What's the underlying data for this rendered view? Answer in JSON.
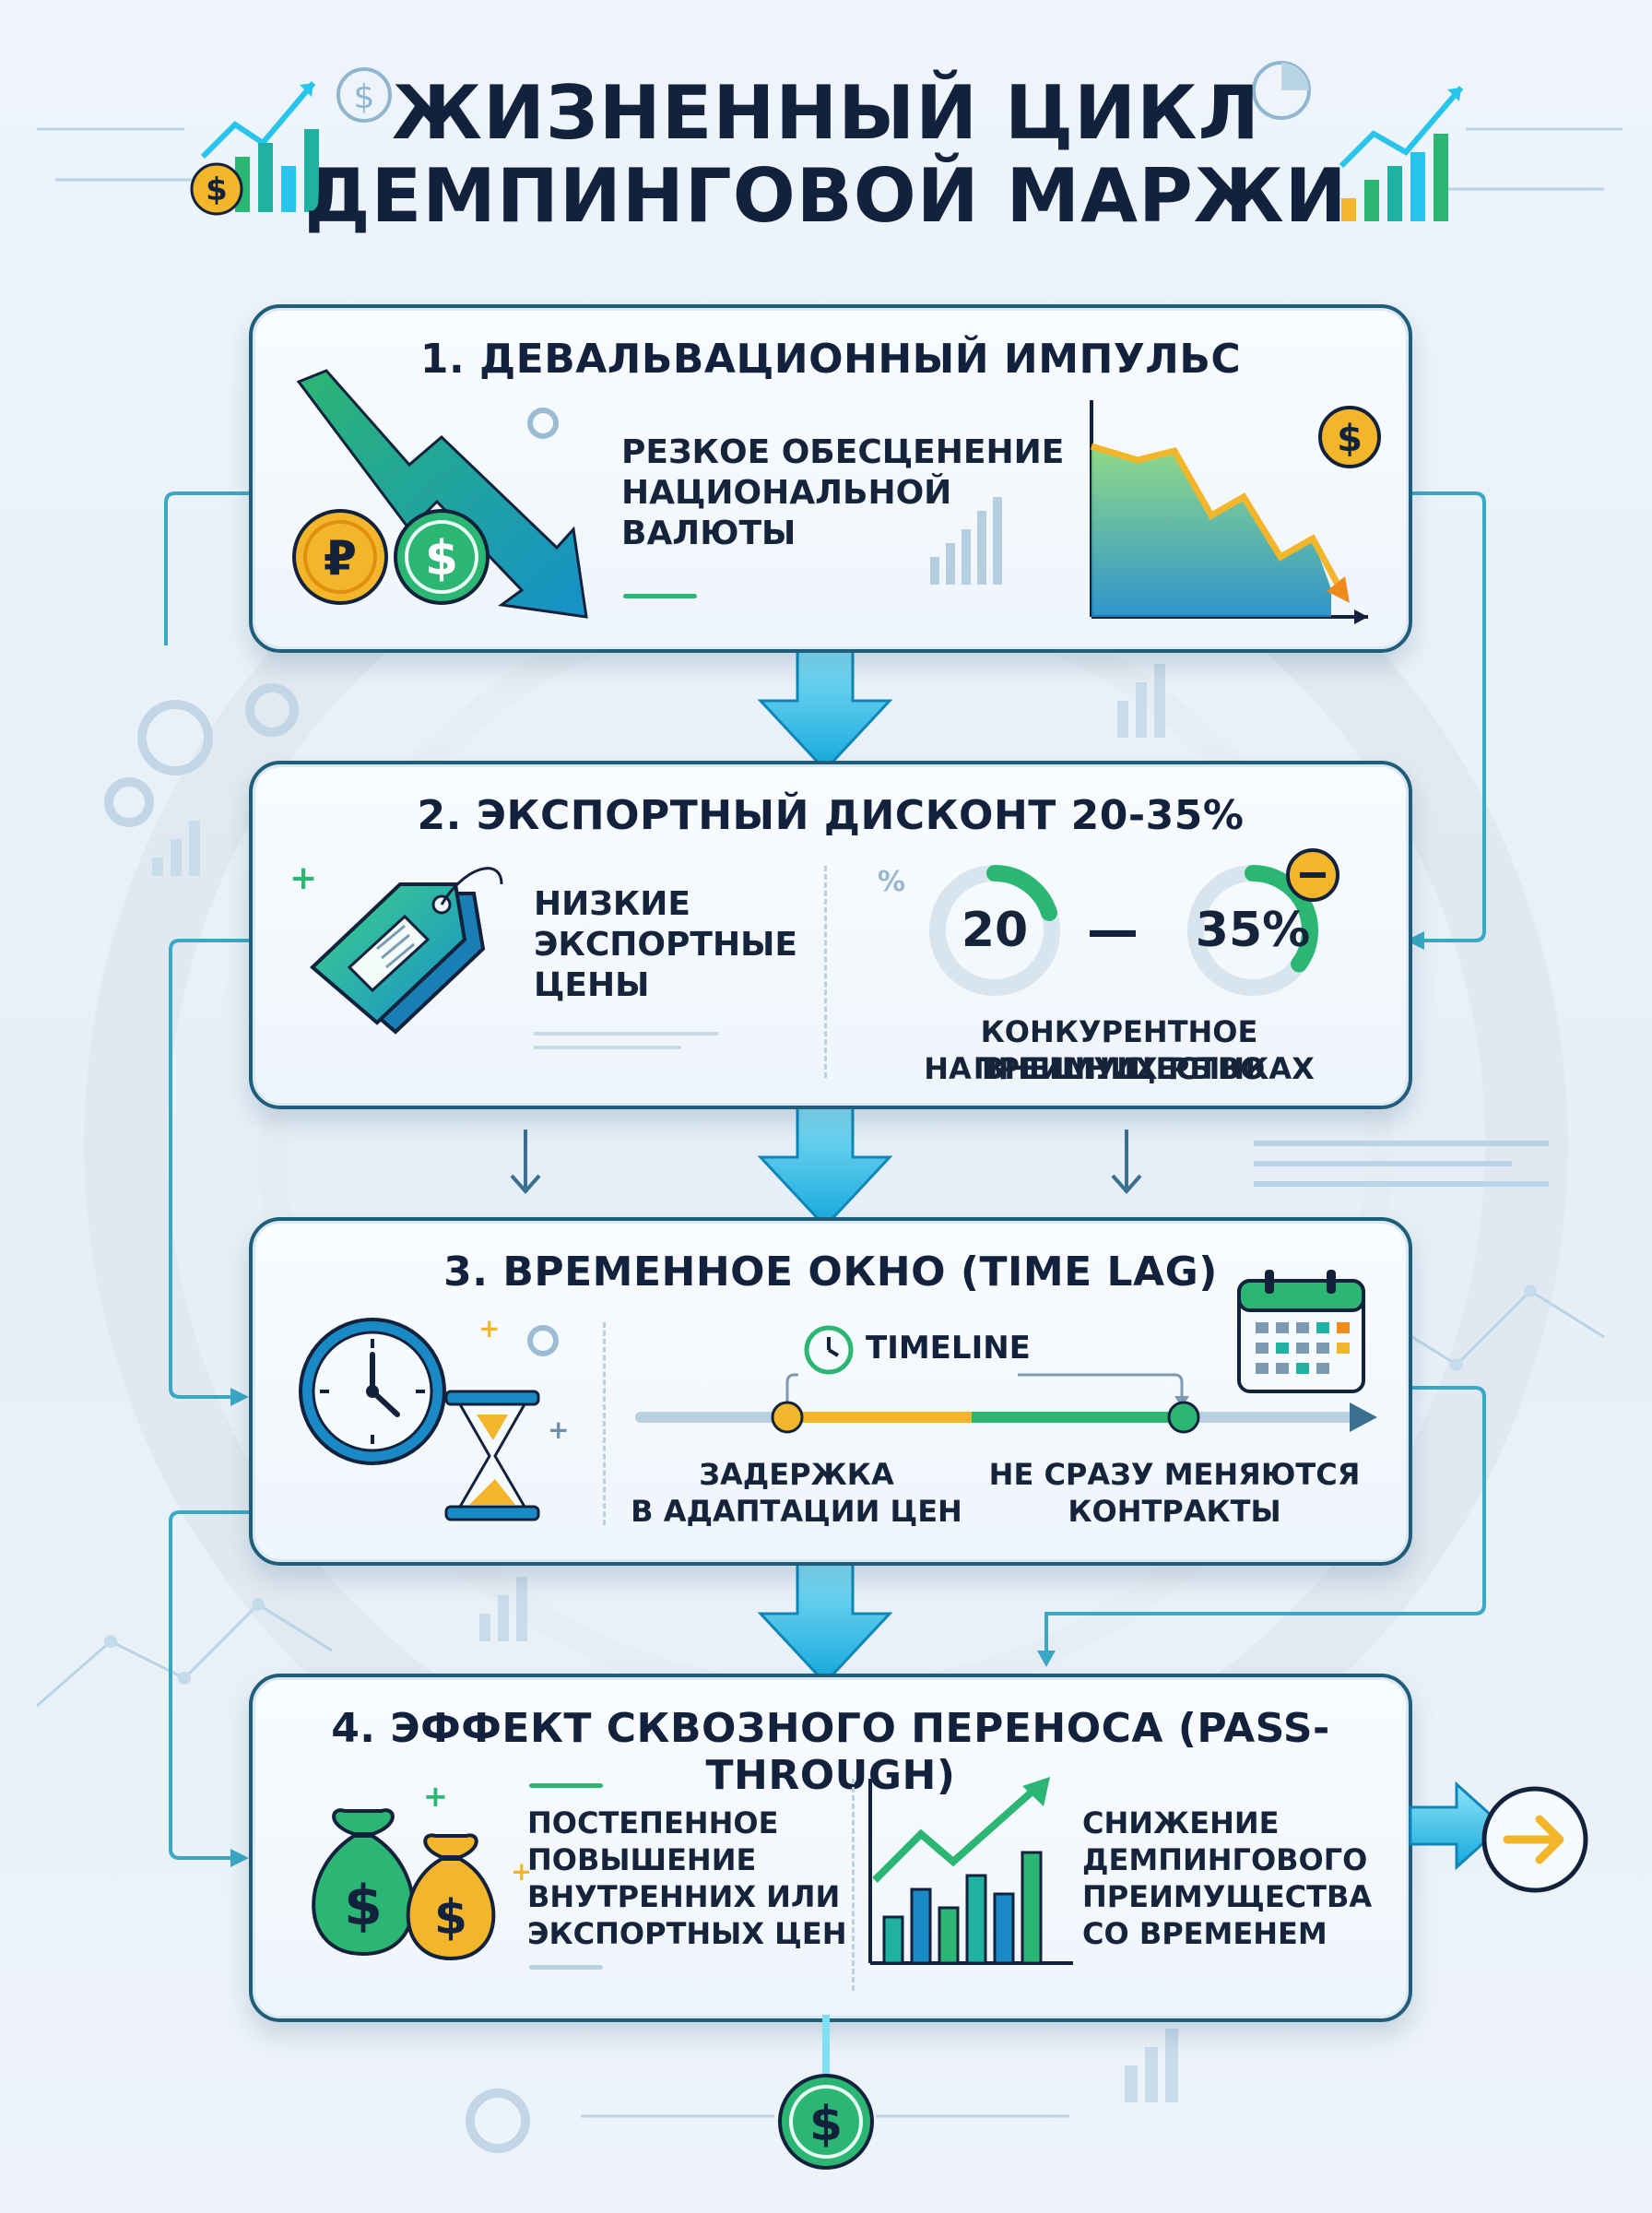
{
  "title": {
    "line1": "ЖИЗНЕННЫЙ ЦИКЛ",
    "line2": "ДЕМПИНГОВОЙ МАРЖИ"
  },
  "steps": [
    {
      "title": "1. ДЕВАЛЬВАЦИОННЫЙ ИМПУЛЬС",
      "lines": [
        "РЕЗКОЕ ОБЕСЦЕНЕНИЕ",
        "НАЦИОНАЛЬНОЙ",
        "ВАЛЮТЫ"
      ],
      "icons": [
        "down-trend-arrow-icon",
        "ruble-coin-icon",
        "dollar-coin-icon",
        "falling-chart-icon"
      ],
      "coin_symbols": [
        "₽",
        "$",
        "$"
      ]
    },
    {
      "title": "2. ЭКСПОРТНЫЙ ДИСКОНТ 20-35%",
      "lines": [
        "НИЗКИЕ",
        "ЭКСПОРТНЫЕ",
        "ЦЕНЫ"
      ],
      "ring_low": "20",
      "ring_high": "35%",
      "ring_low_fraction": 0.2,
      "ring_high_fraction": 0.35,
      "dash": "—",
      "percent_sign": "%",
      "caption_lines": [
        "КОНКУРЕНТНОЕ ПРЕИМУЩЕСТВО",
        "НА ВНЕШНИХ РЫНКАХ"
      ],
      "icons": [
        "price-tag-icon",
        "minus-badge-icon"
      ]
    },
    {
      "title": "3. ВРЕМЕННОЕ ОКНО (TIME LAG)",
      "timeline_label": "TIMELINE",
      "left_lines": [
        "ЗАДЕРЖКА",
        "В АДАПТАЦИИ ЦЕН"
      ],
      "right_lines": [
        "НЕ СРАЗУ МЕНЯЮТСЯ",
        "КОНТРАКТЫ"
      ],
      "icons": [
        "clock-icon",
        "hourglass-icon",
        "calendar-icon"
      ]
    },
    {
      "title": "4. ЭФФЕКТ СКВОЗНОГО ПЕРЕНОСА (PASS-THROUGH)",
      "left_lines": [
        "ПОСТЕПЕННОЕ",
        "ПОВЫШЕНИЕ",
        "ВНУТРЕННИХ ИЛИ",
        "ЭКСПОРТНЫХ ЦЕН"
      ],
      "right_lines": [
        "СНИЖЕНИЕ",
        "ДЕМПИНГОВОГО",
        "ПРЕИМУЩЕСТВА",
        "СО ВРЕМЕНЕМ"
      ],
      "icons": [
        "money-bags-icon",
        "rising-chart-icon",
        "next-arrow-icon"
      ],
      "bag_symbols": [
        "$",
        "$"
      ]
    }
  ],
  "footer": {
    "coin_symbol": "$"
  },
  "colors": {
    "navy": "#13223c",
    "teal": "#1fb1a2",
    "cyan": "#27c5ec",
    "green": "#2bb673",
    "gold": "#f3b62b",
    "orange": "#f08a1b",
    "card_border": "#1f5d7a"
  }
}
